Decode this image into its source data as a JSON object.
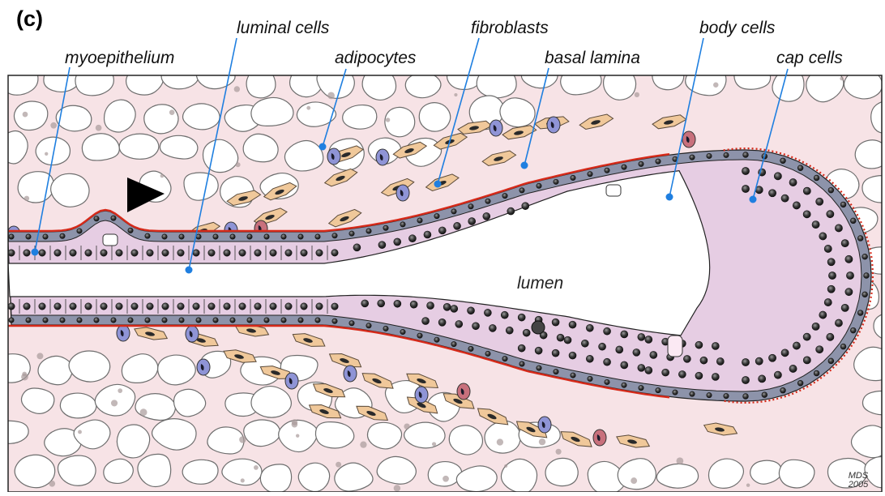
{
  "figure": {
    "panel_label": "(c)",
    "labels": {
      "myoepithelium": "myoepithelium",
      "luminal_cells": "luminal cells",
      "adipocytes": "adipocytes",
      "fibroblasts": "fibroblasts",
      "basal_lamina": "basal lamina",
      "body_cells": "body cells",
      "cap_cells": "cap cells",
      "lumen": "lumen"
    },
    "signature": {
      "initials": "MDS",
      "year": "2005"
    }
  },
  "colors": {
    "stroma": "#f7e3e6",
    "adipocyte_fill": "#ffffff",
    "adipocyte_stroke": "#6e6e6e",
    "interstitial": "#a89a9a",
    "luminal_cell": "#e6cde3",
    "myoepithelial_cell": "#8d93aa",
    "basal_lamina": "#d62a1a",
    "fibroblast": "#f0c89a",
    "leukocyte_blue": "#8f94d6",
    "leukocyte_red": "#c8707c",
    "leader_line": "#1f7fe0",
    "nucleus": "#2a2a2a"
  },
  "icons": [
    "arrowhead-icon"
  ]
}
